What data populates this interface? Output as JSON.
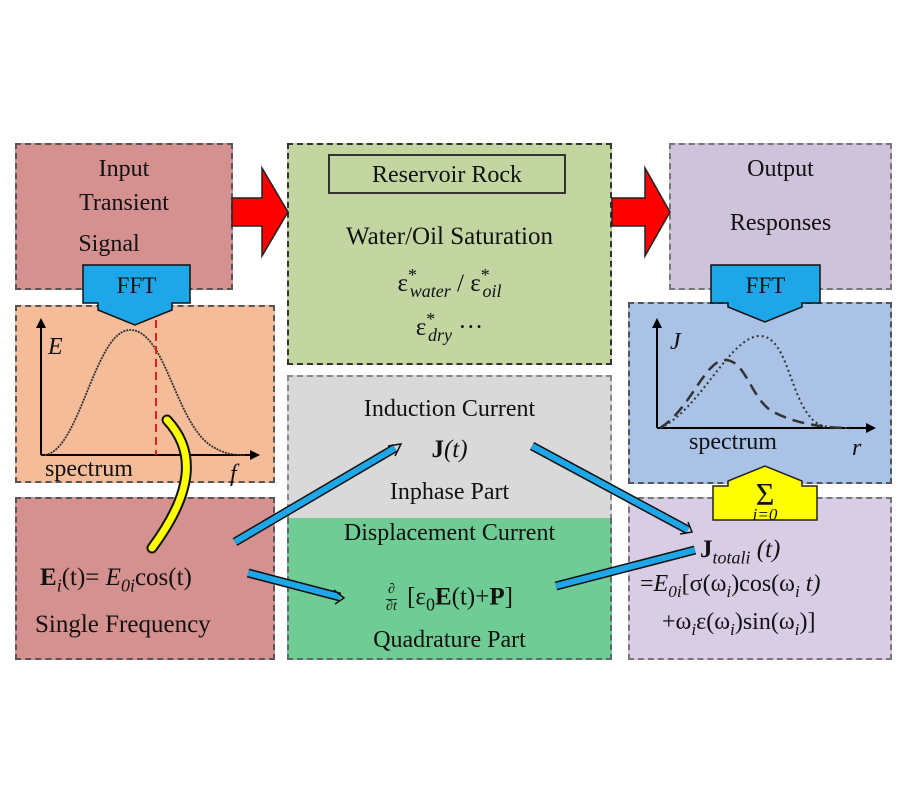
{
  "colors": {
    "input_box": "#d4918f",
    "spectrum_in_box": "#f4bc98",
    "single_freq_box": "#d4918f",
    "reservoir_box": "#c3d6a2",
    "induction_box": "#d9d9d9",
    "displacement_box": "#6fcc94",
    "output_box": "#cfc3dc",
    "spectrum_out_box": "#a9c2e6",
    "jtotal_box": "#d8cde4",
    "red_arrow": "#ff0000",
    "fft_arrow": "#1ea7e8",
    "connector_arrow": "#1ea7e8",
    "sigma_arrow": "#ffff00",
    "yellow_curve": "#ffff00",
    "dashed_marker": "#e02020"
  },
  "input": {
    "line1": "Input",
    "line2": "Transient",
    "line3": "Signal"
  },
  "fft_left": {
    "label": "FFT"
  },
  "fft_right": {
    "label": "FFT"
  },
  "spectrum_in": {
    "y_label": "E",
    "x_label": "f",
    "caption": "spectrum"
  },
  "single_freq": {
    "eq_E": "E",
    "eq_i": "i",
    "eq_mid": "(t)= ",
    "eq_E0": "E",
    "eq_0i": "0i",
    "eq_cos": "cos(t)",
    "label": "Single Frequency"
  },
  "reservoir": {
    "title": "Reservoir Rock",
    "subtitle": "Water/Oil Saturation",
    "eps": "ε",
    "star": "*",
    "water": "water",
    "slash": " / ",
    "oil": "oil",
    "dry": "dry",
    "ellipsis": " ···"
  },
  "induction": {
    "title": "Induction Current",
    "J": "J",
    "t": "(t)",
    "label": "Inphase Part"
  },
  "displacement": {
    "title": "Displacement Current",
    "partial_top": "∂",
    "partial_bot": "∂t",
    "bracket_open": " [ε",
    "zero": "0",
    "E": "E",
    "Et": "(t)+",
    "P": "P",
    "bracket_close": "]",
    "label": "Quadrature Part"
  },
  "output": {
    "line1": "Output",
    "line2": "Responses"
  },
  "spectrum_out": {
    "y_label": "J",
    "x_label": "r",
    "caption": "spectrum"
  },
  "sigma": {
    "symbol": "Σ",
    "index": "i=0"
  },
  "jtotal": {
    "J": "J",
    "sub": "totali",
    "t": " (t)",
    "line2_pre": "=",
    "E": "E",
    "zero_i": "0i",
    "line2_rest_a": "[σ(ω",
    "i": "i",
    "line2_rest_b": ")cos(ω",
    "line2_rest_c": " t)",
    "line3_a": "+ω",
    "line3_b": "ε(ω",
    "line3_c": ")sin(ω",
    "line3_d": ")]"
  }
}
